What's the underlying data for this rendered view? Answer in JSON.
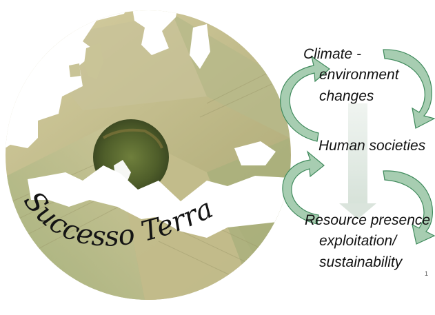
{
  "logo": {
    "wordmark": "Successo Terra",
    "colors": {
      "land_tint": "#c9c08e",
      "field_green": "#8fa870",
      "sea_white": "#ffffff",
      "wordmark": "#141414"
    }
  },
  "cycle": {
    "nodes": {
      "climate": [
        "Climate -",
        "environment",
        "changes"
      ],
      "human": "Human societies",
      "resource": [
        "Resource presence",
        "exploitation/",
        "sustainability"
      ]
    },
    "arrow_color": "#8fbf9e",
    "arrow_outline": "#3f8a5c",
    "center_arrow_color": "#d9e4dc"
  },
  "page_number": "1"
}
